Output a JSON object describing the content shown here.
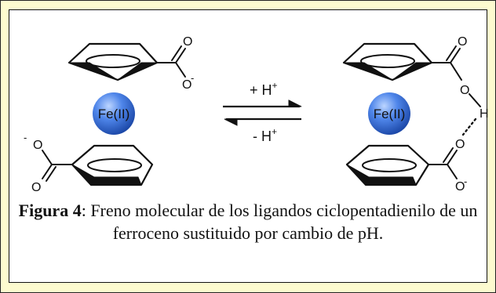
{
  "scheme": {
    "metal_left": "Fe(II)",
    "metal_right": "Fe(II)",
    "forward_label": "+ H",
    "forward_sup": "+",
    "reverse_label": "- H",
    "reverse_sup": "+",
    "atoms": {
      "O": "O",
      "H": "H",
      "minus": "-"
    }
  },
  "caption": {
    "label": "Figura 4",
    "text": ": Freno molecular de los ligandos ciclopentadienilo de un ferroceno sustituido por cambio de pH."
  },
  "colors": {
    "panel_background": "#fdfbcf",
    "metal_sphere": "#2f66d0"
  }
}
